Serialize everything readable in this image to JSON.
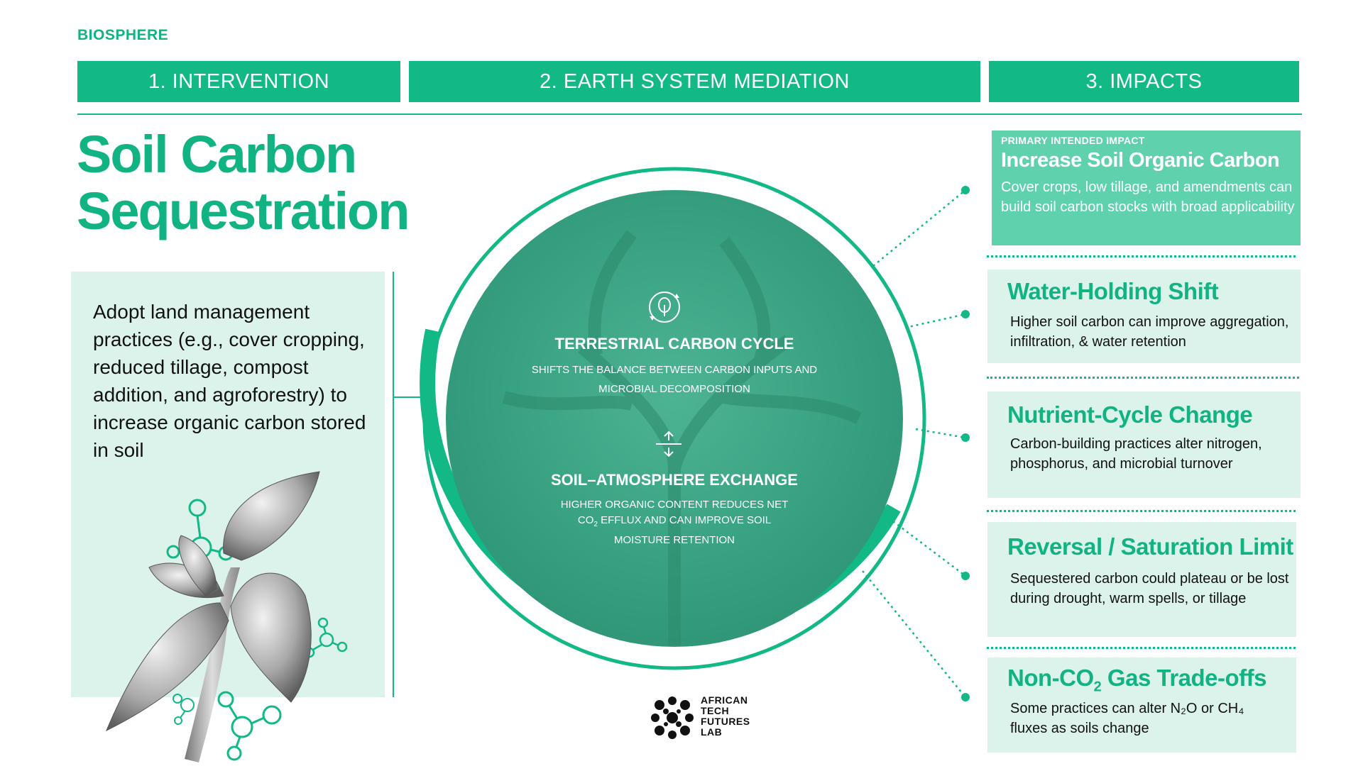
{
  "section_tag": "BIOSPHERE",
  "headers": {
    "intervention": "1. INTERVENTION",
    "mediation": "2. EARTH SYSTEM MEDIATION",
    "impacts": "3. IMPACTS"
  },
  "intervention": {
    "title_line1": "Soil Carbon",
    "title_line2": "Sequestration",
    "description": "Adopt land management practices (e.g., cover cropping, reduced tillage, compost addition, and agroforestry) to increase organic carbon stored in soil"
  },
  "mediation": {
    "block1": {
      "icon": "tree-cycle-icon",
      "title": "TERRESTRIAL CARBON CYCLE",
      "text_line1": "SHIFTS THE BALANCE BETWEEN CARBON INPUTS AND",
      "text_line2": "MICROBIAL DECOMPOSITION"
    },
    "block2": {
      "icon": "exchange-arrows-icon",
      "title": "SOIL–ATMOSPHERE EXCHANGE",
      "text_line1": "HIGHER ORGANIC CONTENT REDUCES NET",
      "text_line2_pre": "CO",
      "text_line2_sub": "2",
      "text_line2_post": " EFFLUX AND CAN IMPROVE SOIL",
      "text_line3": "MOISTURE RETENTION"
    }
  },
  "impacts": {
    "primary": {
      "label": "PRIMARY INTENDED IMPACT",
      "title": "Increase Soil Organic Carbon",
      "text": "Cover crops, low tillage, and amendments can build soil carbon stocks with broad applicability"
    },
    "water": {
      "title": "Water-Holding Shift",
      "text": "Higher soil carbon can improve aggregation, infiltration, & water retention"
    },
    "nutrient": {
      "title": "Nutrient-Cycle Change",
      "text": "Carbon-building practices alter nitrogen, phosphorus, and microbial turnover"
    },
    "reversal": {
      "title": "Reversal / Saturation Limit",
      "text": "Sequestered carbon could plateau or be lost during drought, warm spells, or tillage"
    },
    "nonco2": {
      "title_pre": "Non-CO",
      "title_sub": "2",
      "title_post": " Gas Trade-offs",
      "text": "Some practices can alter N₂O or CH₄ fluxes as soils change"
    }
  },
  "logo": {
    "line1": "AFRICAN",
    "line2": "TECH",
    "line3": "FUTURES",
    "line4": "LAB"
  },
  "colors": {
    "accent": "#12b886",
    "accent_text": "#12b383",
    "panel_bg": "#dcf3ec",
    "primary_bg": "#5fd2ad",
    "circle_fill": "#3aa383"
  }
}
